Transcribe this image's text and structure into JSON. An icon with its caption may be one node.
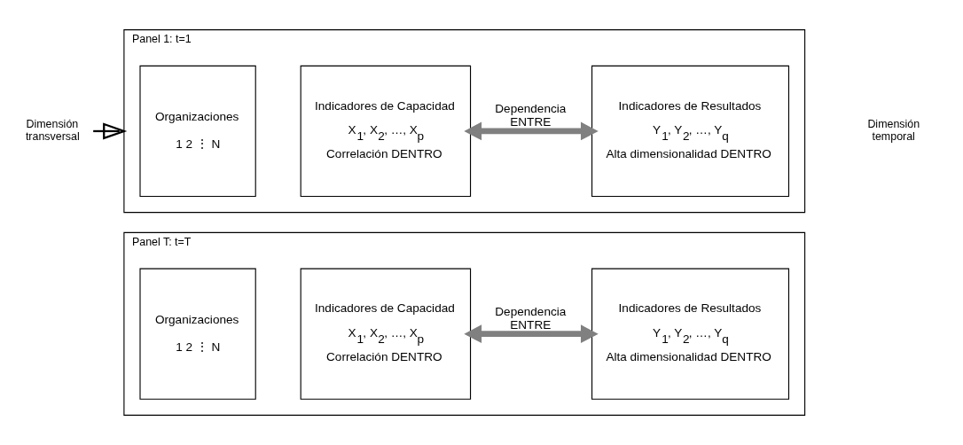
{
  "diagram": {
    "nodes": [
      {
        "text": [
          "Panel T: t=T"
        ]
      },
      {
        "text": [
          "Organizaciones",
          "1 2 ⋮ N"
        ],
        "in": 0
      },
      {
        "text": [
          "Indicadores de Capacidad",
          "X$_{1}$, X$_{2}$, …, X$_{p}$",
          "Correlación DENTRO"
        ],
        "in": 0
      },
      {
        "text": [
          "Indicadores de Resultados",
          "Y$_{1}$, Y$_{2}$, …, Y$_{q}$",
          "Alta dimensionalidad DENTRO"
        ],
        "in": 0
      },
      {
        "text": [
          "Panel 1: t=1"
        ]
      },
      {
        "text": [
          "Organizaciones",
          "1 2 ⋮ N"
        ],
        "in": 4
      },
      {
        "text": [
          "Indicadores de Capacidad",
          "X$_{1}$, X$_{2}$, …, X$_{p}$",
          "Correlación DENTRO"
        ],
        "in": 4
      },
      {
        "text": [
          "Indicadores de Resultados",
          "Y$_{1}$, Y$_{2}$, …, Y$_{q}$",
          "Alta dimensionalidad DENTRO"
        ],
        "in": 4
      },
      {
        "text": [
          "Dimensión transversal"
        ]
      }
    ],
    "edges": [
      {
        "from": 2,
        "to": 3,
        "arrow": "both",
        "label": "Dependencia ENTRE"
      },
      {
        "from": 6,
        "to": 7,
        "arrow": "both",
        "label": "Dependencia ENTRE"
      },
      {
        "from": 8,
        "to": 4,
        "arrow": "to",
        "color": "#000000"
      }
    ],
    "labels": [
      "Dimensión temporal"
    ]
  }
}
